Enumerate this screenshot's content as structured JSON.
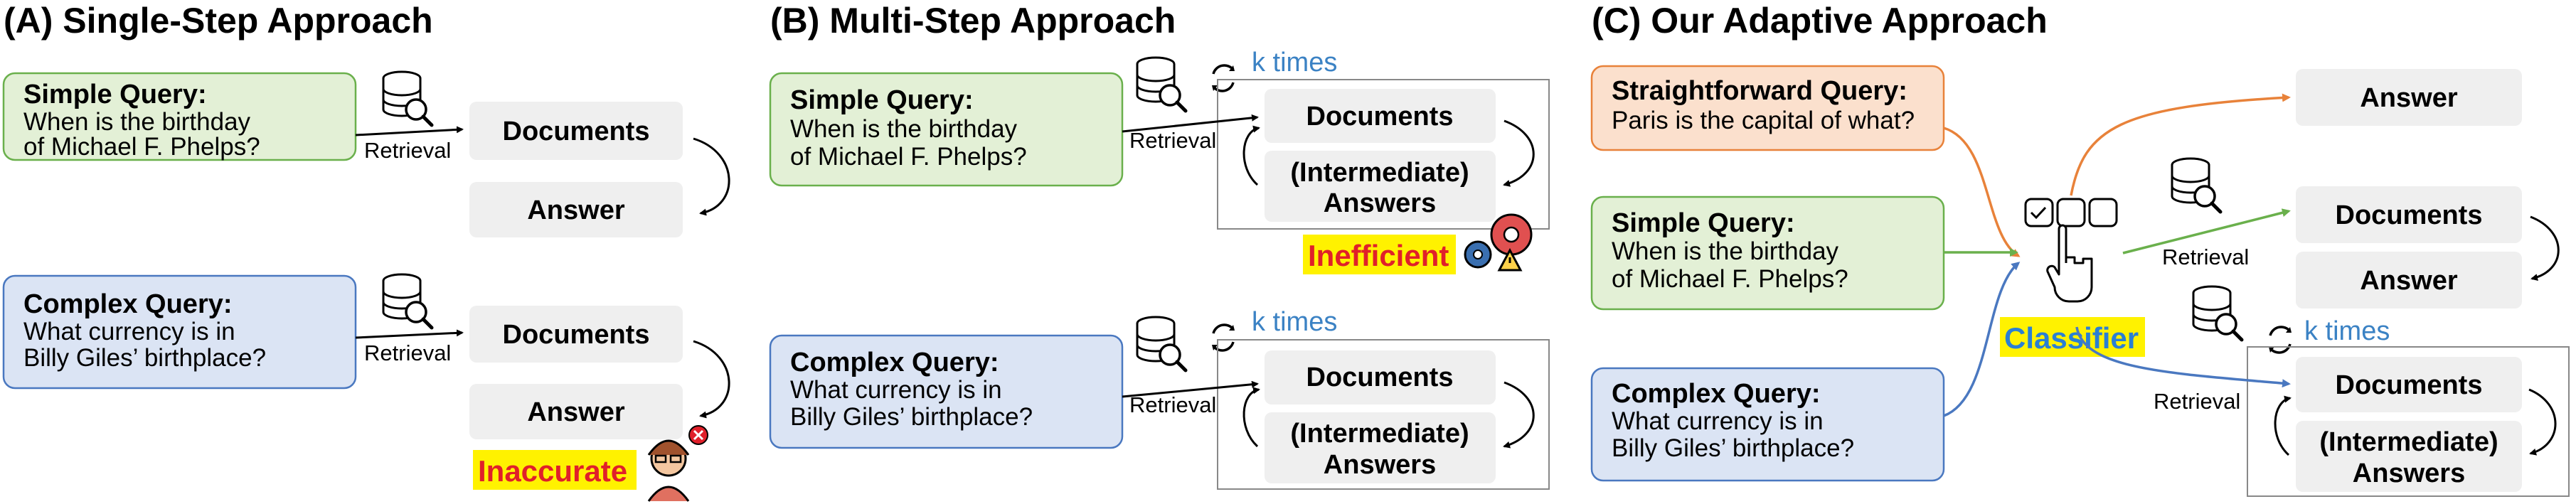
{
  "panels": {
    "a": {
      "title": "(A) Single-Step Approach"
    },
    "b": {
      "title": "(B) Multi-Step Approach"
    },
    "c": {
      "title": "(C) Our Adaptive Approach"
    }
  },
  "queries": {
    "simple": {
      "head": "Simple Query:",
      "line1": "When is the birthday",
      "line2": "of Michael F. Phelps?"
    },
    "complex": {
      "head": "Complex Query:",
      "line1": "What currency is in",
      "line2": "Billy Giles’ birthplace?"
    },
    "straightforward": {
      "head": "Straightforward Query:",
      "line1": "Paris is the capital of what?"
    }
  },
  "labels": {
    "retrieval": "Retrieval",
    "documents": "Documents",
    "answer": "Answer",
    "intermediate": "(Intermediate)",
    "answers": "Answers",
    "k_times": "k times",
    "inaccurate": "Inaccurate",
    "inefficient": "Inefficient",
    "classifier": "Classifier"
  },
  "colors": {
    "green_fill": "#e3f0d6",
    "green_stroke": "#6ab04c",
    "blue_fill": "#dbe4f4",
    "blue_stroke": "#4a78c0",
    "orange_fill": "#fbe0cd",
    "orange_stroke": "#e8823a",
    "gray_box": "#efefef",
    "highlight": "#fff200"
  }
}
